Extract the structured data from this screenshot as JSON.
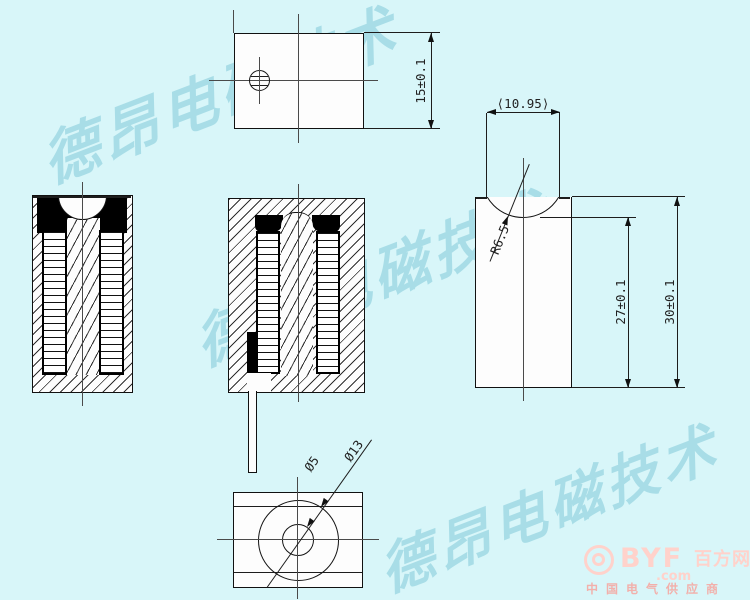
{
  "background_color": "#d8f6f9",
  "watermark": {
    "row_top": "德昂电磁技术",
    "row_mid": "德昂电磁技术",
    "row_bottom": "德昂电磁技术",
    "color": "#62bacd"
  },
  "dimensions": {
    "plate_height": "15±0.1",
    "notch_width_ref": "⟨10.95⟩",
    "notch_radius": "R6.5",
    "step_height": "27±0.1",
    "overall_height": "30±0.1",
    "inner_hole_dia": "Ø5",
    "outer_circle_dia": "Ø13"
  },
  "logo": {
    "brand": "BYF",
    "suffix": ".com",
    "site_name": "百方网",
    "tagline": "中国电气供应商",
    "color_main": "#ffd2cb",
    "color_tagline": "#f2b0ab"
  }
}
